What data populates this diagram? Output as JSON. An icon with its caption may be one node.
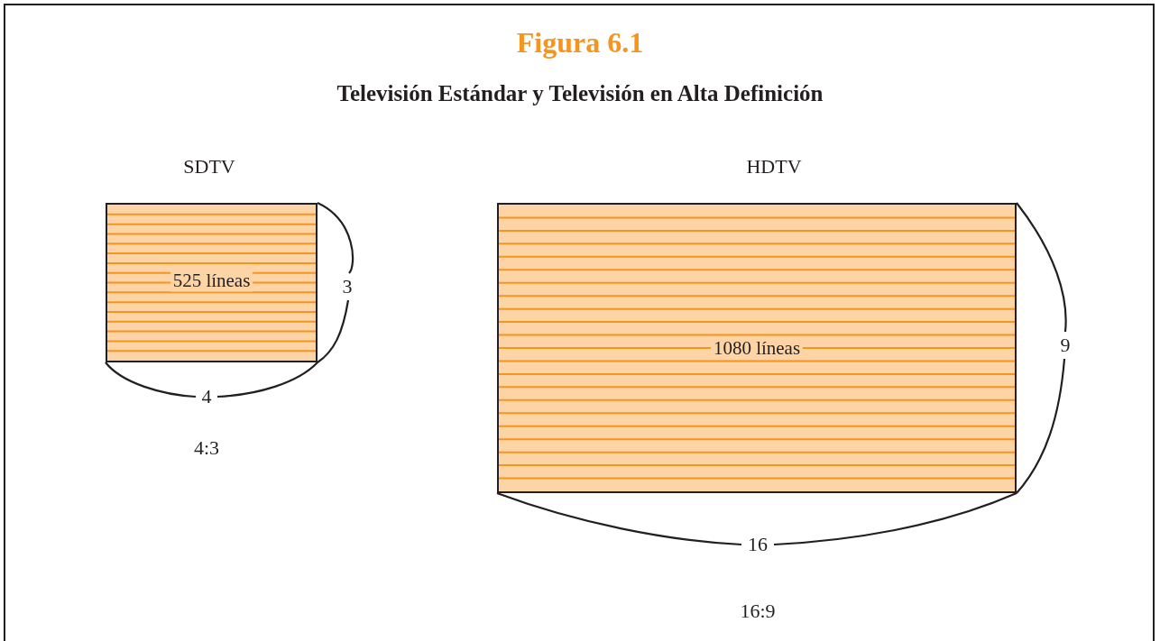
{
  "diagram": {
    "title": "Figura 6.1",
    "caption": "Televisión Estándar y Televisión en Alta Definición",
    "nodes": [
      {
        "text": [
          "525 líneas"
        ]
      },
      {
        "text": [
          "1080 líneas"
        ]
      }
    ],
    "labels": [
      "SDTV",
      "HDTV",
      "3",
      "4",
      "4:3",
      "9",
      "16",
      "16:9"
    ]
  }
}
